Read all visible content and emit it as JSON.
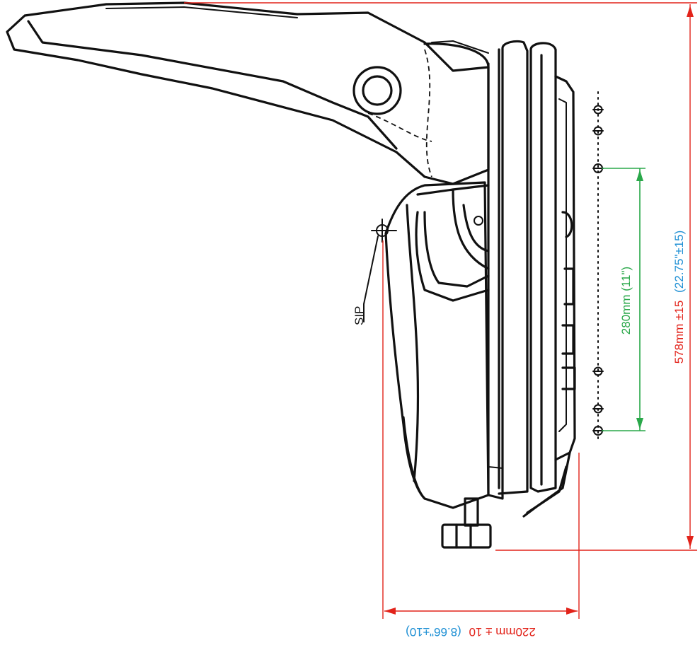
{
  "labels": {
    "sip": "SIP",
    "height_mm": "578mm ±15",
    "height_in": "(22.75\"±15)",
    "mount_mm": "280mm (11\")",
    "width_mm": "220mm ± 10",
    "width_in": "(8.66\"±10)"
  },
  "colors": {
    "outline": "#111111",
    "dimension_red": "#e2231a",
    "dimension_green": "#2aa84a",
    "dimension_blue": "#1d8fd4"
  }
}
